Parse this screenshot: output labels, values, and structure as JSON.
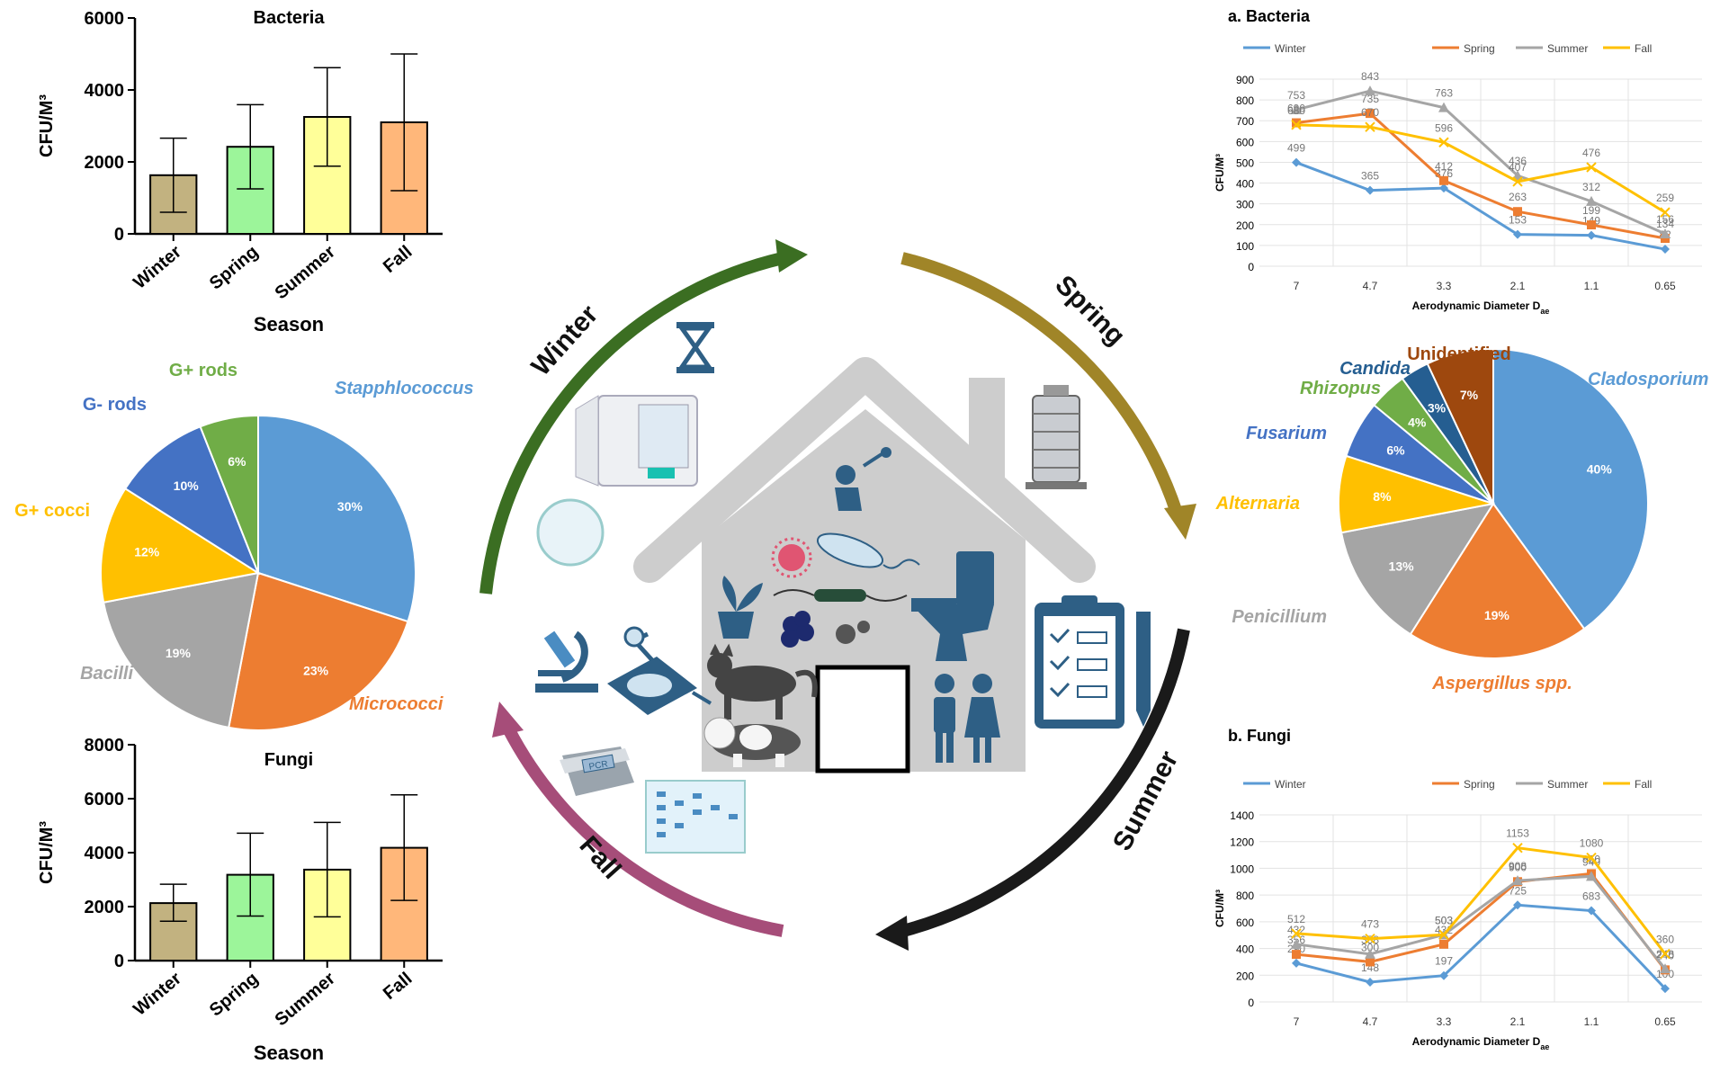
{
  "colors": {
    "winter": "#5b9bd5",
    "spring": "#ed7d31",
    "summer": "#a5a5a5",
    "fall": "#ffc000",
    "bar_winter": "#c2b280",
    "bar_spring": "#9cf59a",
    "bar_summer": "#ffff99",
    "bar_fall": "#ffb77a",
    "pie_blue": "#5b9bd5",
    "pie_orange": "#ed7d31",
    "pie_gray": "#a5a5a5",
    "pie_yellow": "#ffc000",
    "pie_royal": "#4472c4",
    "pie_green": "#70ad47",
    "pie_navy": "#255e91",
    "pie_brown": "#9e480e",
    "arrow_winter": "#3b6e22",
    "arrow_spring": "#a08528",
    "arrow_summer": "#1a1a1a",
    "arrow_fall": "#a64d79",
    "house": "#cdcdcd",
    "icon_blue": "#2e5f85"
  },
  "cycle": {
    "winter": "Winter",
    "spring": "Spring",
    "summer": "Summer",
    "fall": "Fall"
  },
  "icons": [
    "hourglass-icon",
    "incubator-icon",
    "petri-dish-icon",
    "air-sampler-icon",
    "shower-icon",
    "virus-icon",
    "bacteria-icon",
    "plant-icon",
    "mold-icon",
    "cat-icon",
    "dog-icon",
    "toilet-icon",
    "people-icon",
    "clipboard-icon",
    "pencil-icon",
    "microscope-icon",
    "colony-counter-icon",
    "pcr-machine-icon",
    "gel-icon",
    "window-icon"
  ],
  "pcr_label": "PCR",
  "chart_data": [
    {
      "id": "bacteria-bar",
      "type": "bar",
      "title": "Bacteria",
      "xlabel": "Season",
      "ylabel": "CFU/M³",
      "categories": [
        "Winter",
        "Spring",
        "Summer",
        "Fall"
      ],
      "values": [
        1630,
        2420,
        3250,
        3100
      ],
      "error_low": [
        600,
        1250,
        1880,
        1200
      ],
      "error_high": [
        2660,
        3590,
        4620,
        5000
      ],
      "yticks": [
        "0",
        "2000",
        "4000",
        "6000"
      ],
      "ylim": [
        0,
        6000
      ]
    },
    {
      "id": "bacteria-pie",
      "type": "pie",
      "labels": [
        "Stapphlococcus",
        "Micrococci",
        "Bacilli",
        "G+ cocci",
        "G- rods",
        "G+ rods"
      ],
      "values": [
        30,
        23,
        19,
        12,
        10,
        6
      ],
      "value_labels": [
        "30%",
        "23%",
        "19%",
        "12%",
        "10%",
        "6%"
      ]
    },
    {
      "id": "fungi-bar",
      "type": "bar",
      "title": "Fungi",
      "xlabel": "Season",
      "ylabel": "CFU/M³",
      "categories": [
        "Winter",
        "Spring",
        "Summer",
        "Fall"
      ],
      "values": [
        2130,
        3180,
        3370,
        4180
      ],
      "error_low": [
        1460,
        1650,
        1620,
        2230
      ],
      "error_high": [
        2830,
        4720,
        5120,
        6140
      ],
      "yticks": [
        "0",
        "2000",
        "4000",
        "6000",
        "8000"
      ],
      "ylim": [
        0,
        8000
      ]
    },
    {
      "id": "bacteria-line",
      "type": "line",
      "title": "a. Bacteria",
      "xlabel": "Aerodynamic Diameter D",
      "xlabel_sub": "ae",
      "ylabel": "CFU/M³",
      "categories": [
        "7",
        "4.7",
        "3.3",
        "2.1",
        "1.1",
        "0.65"
      ],
      "yticks": [
        "0",
        "100",
        "200",
        "300",
        "400",
        "500",
        "600",
        "700",
        "800",
        "900"
      ],
      "ylim": [
        0,
        900
      ],
      "series": [
        {
          "name": "Winter",
          "values": [
            499,
            365,
            376,
            153,
            149,
            82
          ]
        },
        {
          "name": "Spring",
          "values": [
            690,
            735,
            412,
            263,
            199,
            134
          ]
        },
        {
          "name": "Summer",
          "values": [
            753,
            843,
            763,
            436,
            312,
            156
          ]
        },
        {
          "name": "Fall",
          "values": [
            680,
            670,
            596,
            407,
            476,
            259
          ]
        }
      ],
      "point_labels": [
        [
          "499",
          "365",
          "376",
          "153",
          "149",
          "82"
        ],
        [
          "690",
          "735",
          "412",
          "263",
          "199",
          "134"
        ],
        [
          "753",
          "843",
          "763",
          "436",
          "312",
          "156"
        ],
        [
          "680",
          "670",
          "596",
          "407",
          "476",
          "259"
        ]
      ]
    },
    {
      "id": "fungi-pie",
      "type": "pie",
      "labels": [
        "Cladosporium",
        "Aspergillus spp.",
        "Penicillium",
        "Alternaria",
        "Fusarium",
        "Rhizopus",
        "Candida",
        "Unidentified"
      ],
      "values": [
        40,
        19,
        13,
        8,
        6,
        4,
        3,
        7
      ],
      "value_labels": [
        "40%",
        "19%",
        "13%",
        "8%",
        "6%",
        "4%",
        "3%",
        "7%"
      ]
    },
    {
      "id": "fungi-line",
      "type": "line",
      "title": "b. Fungi",
      "xlabel": "Aerodynamic Diameter D",
      "xlabel_sub": "ae",
      "ylabel": "CFU/M³",
      "categories": [
        "7",
        "4.7",
        "3.3",
        "2.1",
        "1.1",
        "0.65"
      ],
      "yticks": [
        "0",
        "200",
        "400",
        "600",
        "800",
        "1000",
        "1200",
        "1400"
      ],
      "ylim": [
        0,
        1400
      ],
      "series": [
        {
          "name": "Winter",
          "values": [
            290,
            148,
            197,
            725,
            683,
            100
          ]
        },
        {
          "name": "Spring",
          "values": [
            356,
            300,
            432,
            900,
            960,
            240
          ]
        },
        {
          "name": "Summer",
          "values": [
            432,
            358,
            503,
            908,
            940,
            248
          ]
        },
        {
          "name": "Fall",
          "values": [
            512,
            473,
            503,
            1153,
            1080,
            360
          ]
        }
      ],
      "point_labels": [
        [
          "290",
          "148",
          "197",
          "725",
          "683",
          "100"
        ],
        [
          "356",
          "300",
          "432",
          "900",
          "960",
          "240"
        ],
        [
          "432",
          "358",
          "503",
          "908",
          "940",
          "248"
        ],
        [
          "512",
          "473",
          "503",
          "1153",
          "1080",
          "360"
        ]
      ]
    }
  ]
}
